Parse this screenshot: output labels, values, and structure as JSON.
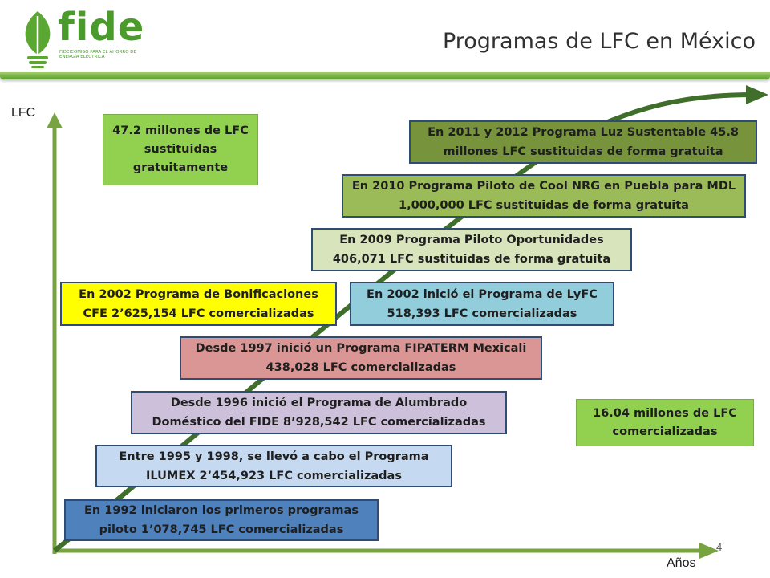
{
  "header": {
    "logo_text": "fide",
    "logo_subtext": "FIDEICOMISO PARA EL AHORRO DE ENERGÍA ELÉCTRICA",
    "title": "Programas de LFC en México"
  },
  "axes": {
    "y_label": "LFC",
    "x_label": "Años"
  },
  "notes": {
    "top": "47.2 millones de LFC sustituidas gratuitamente",
    "right": "16.04 millones de LFC comercializadas"
  },
  "programs": [
    "En 1992  iniciaron los primeros programas piloto 1’078,745 LFC comercializadas",
    "Entre 1995 y 1998, se llevó a cabo el Programa ILUMEX 2’454,923 LFC comercializadas",
    "Desde 1996 inició el Programa de Alumbrado Doméstico del FIDE 8’928,542 LFC comercializadas",
    "Desde 1997 inició un Programa FIPATERM Mexicali 438,028 LFC comercializadas",
    "En 2002  Programa de Bonificaciones CFE 2’625,154 LFC comercializadas",
    "En 2002 inició el Programa de LyFC 518,393  LFC comercializadas",
    "En 2009 Programa Piloto Oportunidades 406,071 LFC sustituidas  de forma gratuita",
    "En 2010 Programa Piloto de Cool NRG en Puebla para MDL 1,000,000 LFC sustituidas  de forma gratuita",
    "En 2011 y 2012 Programa Luz Sustentable 45.8 millones LFC sustituidas  de forma gratuita"
  ],
  "page_number": "4",
  "colors": {
    "accent_green": "#92d050",
    "axis_green": "#77a340",
    "curve_green": "#3f6f2a"
  }
}
